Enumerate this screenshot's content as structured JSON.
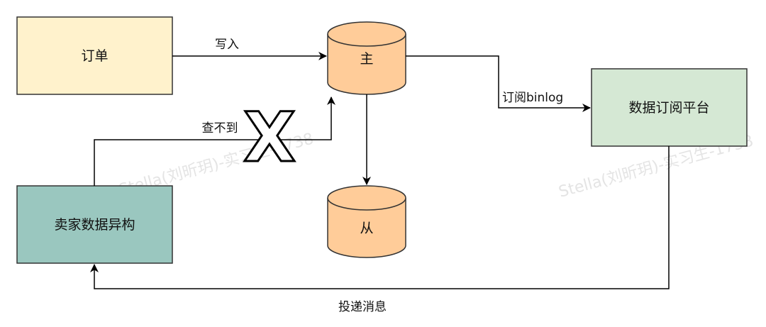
{
  "nodes": {
    "order": {
      "label": "订单",
      "fill": "#fff2cc"
    },
    "master_db": {
      "label": "主",
      "fill": "#ffcc99"
    },
    "slave_db": {
      "label": "从",
      "fill": "#ffcc99"
    },
    "subscribe_platform": {
      "label": "数据订阅平台",
      "fill": "#d5e8d4"
    },
    "seller_hetero": {
      "label": "卖家数据异构",
      "fill": "#9ac7bf"
    }
  },
  "edges": {
    "write": {
      "label": "写入"
    },
    "subscribe_binlog": {
      "label": "订阅binlog"
    },
    "not_found": {
      "label": "查不到"
    },
    "deliver_message": {
      "label": "投递消息"
    }
  },
  "cross_mark": {
    "label": "X"
  },
  "watermark": {
    "text": "Stella(刘昕玥)-实习生-1738"
  }
}
